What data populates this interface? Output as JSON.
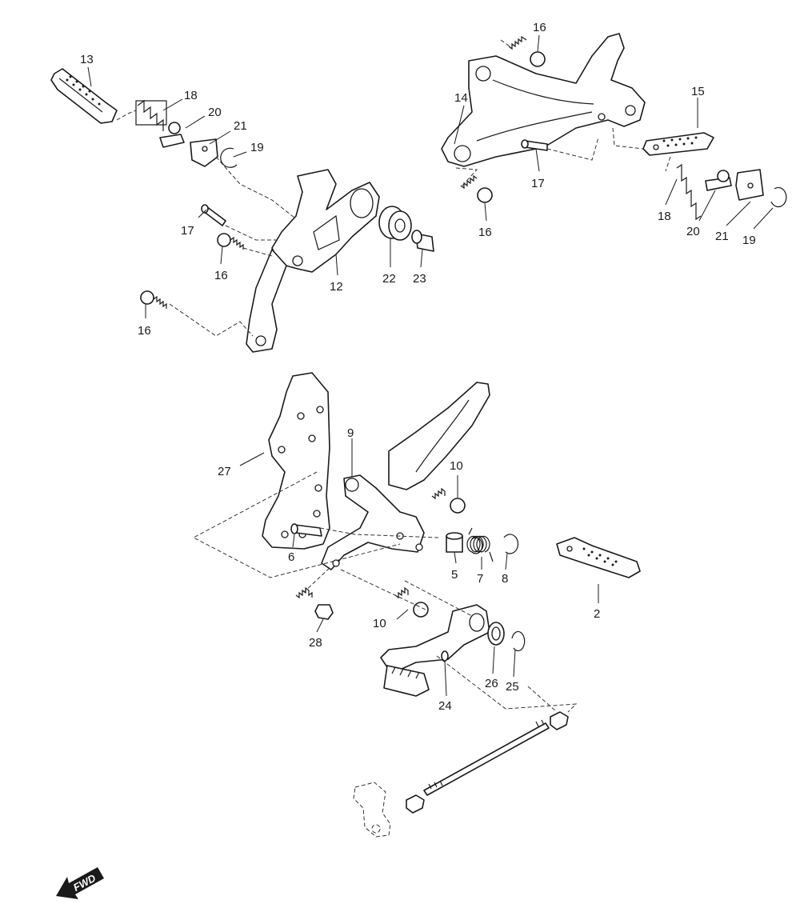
{
  "diagram": {
    "callouts": {
      "c13": "13",
      "c18a": "18",
      "c20a": "20",
      "c21a": "21",
      "c19a": "19",
      "c17a": "17",
      "c16a": "16",
      "c16b": "16",
      "c12": "12",
      "c22": "22",
      "c23": "23",
      "c16c": "16",
      "c14": "14",
      "c15": "15",
      "c17b": "17",
      "c16d": "16",
      "c18b": "18",
      "c20b": "20",
      "c21b": "21",
      "c19b": "19",
      "c27": "27",
      "c9": "9",
      "c10a": "10",
      "c6": "6",
      "c5": "5",
      "c7": "7",
      "c8": "8",
      "c2": "2",
      "c10b": "10",
      "c28": "28",
      "c26": "26",
      "c25": "25",
      "c24": "24"
    },
    "direction_label": "FWD",
    "colors": {
      "line": "#1a1a1a",
      "background": "#ffffff",
      "arrow": "#1a1a1a"
    }
  }
}
